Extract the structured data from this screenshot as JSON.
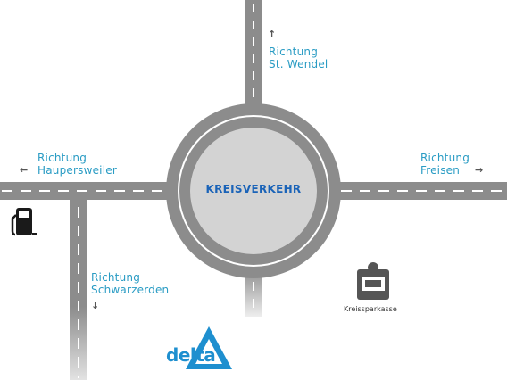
{
  "map": {
    "center_label": "KREISVERKEHR",
    "directions": {
      "north": {
        "line1": "Richtung",
        "line2": "St. Wendel",
        "arrow": "↑"
      },
      "west": {
        "line1": "Richtung",
        "line2": "Haupersweiler",
        "arrow": "←"
      },
      "east": {
        "line1": "Richtung",
        "line2": "Freisen",
        "arrow": "→"
      },
      "south": {
        "line1": "Richtung",
        "line2": "Schwarzerden",
        "arrow": "↓"
      }
    },
    "landmarks": {
      "sparkasse": "Kreissparkasse",
      "delta": "delta"
    },
    "colors": {
      "road": "#8c8c8c",
      "center_island": "#d3d3d3",
      "label_text": "#2a9cc4",
      "center_text": "#1a63b8",
      "delta_blue": "#1e8fcf"
    },
    "icons": {
      "fuel": "fuel-pump-icon",
      "sparkasse": "sparkasse-s-icon",
      "delta": "delta-triangle-logo"
    }
  }
}
